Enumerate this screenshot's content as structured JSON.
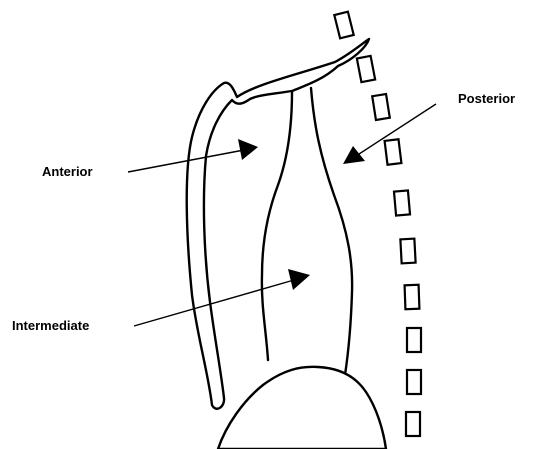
{
  "labels": {
    "anterior": "Anterior",
    "posterior": "Posterior",
    "intermediate": "Intermediate"
  },
  "colors": {
    "stroke": "#000000",
    "background": "#ffffff"
  }
}
